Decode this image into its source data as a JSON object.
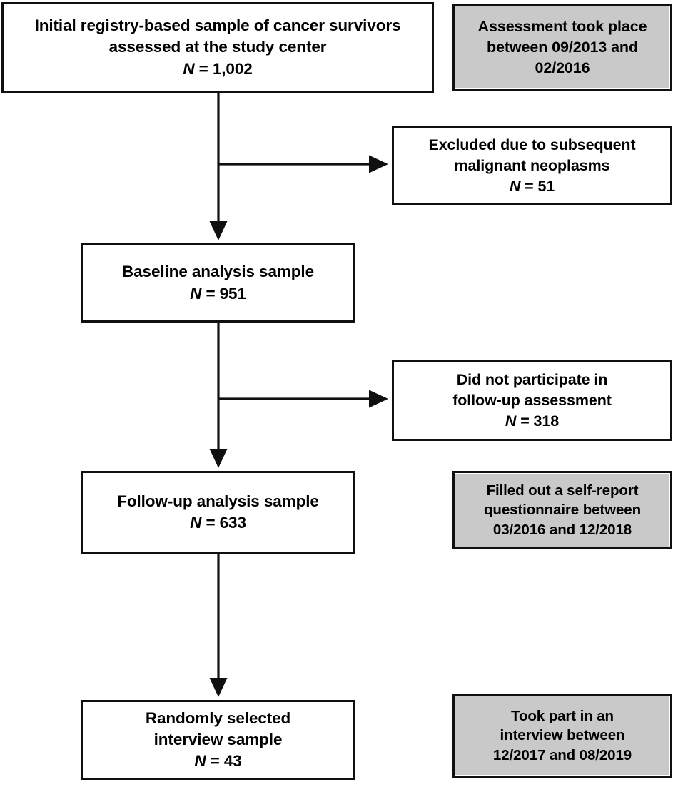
{
  "diagram": {
    "title": "Participant flow diagram of a registry-based cancer survivor study",
    "type": "flowchart",
    "background_color": "#ffffff",
    "box_border_color": "#101010",
    "box_fill_white": "#ffffff",
    "box_fill_gray": "#c9c9c9",
    "nodes": [
      {
        "id": "initial-sample",
        "kind": "main",
        "fill": "white",
        "lines": [
          "Initial registry-based sample of cancer survivors",
          "assessed at the study center"
        ],
        "count_label": "N",
        "count_value": "1,002",
        "count_text": "N = 1,002"
      },
      {
        "id": "assessment-period-note",
        "kind": "note",
        "fill": "gray",
        "lines": [
          "Assessment took place",
          "between  09/2013 and",
          "02/2016"
        ],
        "count_label": "",
        "count_value": "",
        "count_text": ""
      },
      {
        "id": "excluded-neoplasms",
        "kind": "exclusion",
        "fill": "white",
        "lines": [
          "Excluded due to subsequent",
          "malignant neoplasms"
        ],
        "count_label": "N",
        "count_value": "51",
        "count_text": "N = 51"
      },
      {
        "id": "baseline-sample",
        "kind": "main",
        "fill": "white",
        "lines": [
          "Baseline analysis sample"
        ],
        "count_label": "N",
        "count_value": "951",
        "count_text": "N = 951"
      },
      {
        "id": "excluded-no-followup",
        "kind": "exclusion",
        "fill": "white",
        "lines": [
          "Did not participate in",
          "follow-up  assessment"
        ],
        "count_label": "N",
        "count_value": "318",
        "count_text": "N = 318"
      },
      {
        "id": "followup-sample",
        "kind": "main",
        "fill": "white",
        "lines": [
          "Follow-up  analysis sample"
        ],
        "count_label": "N",
        "count_value": "633",
        "count_text": "N = 633"
      },
      {
        "id": "questionnaire-period-note",
        "kind": "note",
        "fill": "gray",
        "lines": [
          "Filled out a self-report",
          "questionnaire between",
          "03/2016 and 12/2018"
        ],
        "count_label": "",
        "count_value": "",
        "count_text": ""
      },
      {
        "id": "interview-sample",
        "kind": "main",
        "fill": "white",
        "lines": [
          "Randomly selected",
          "interview sample"
        ],
        "count_label": "N",
        "count_value": "43",
        "count_text": "N = 43"
      },
      {
        "id": "interview-period-note",
        "kind": "note",
        "fill": "gray",
        "lines": [
          "Took part in an",
          "interview between",
          "12/2017 and 08/2019"
        ],
        "count_label": "",
        "count_value": "",
        "count_text": ""
      }
    ]
  },
  "boxes": {
    "initial_sample": {
      "line1": "Initial registry-based sample of cancer survivors",
      "line2": "assessed at the study center",
      "n_label": "N",
      "n_value": "= 1,002"
    },
    "assessment_note": {
      "line1": "Assessment took place",
      "line2": "between  09/2013 and",
      "line3": "02/2016"
    },
    "excluded_neoplasms": {
      "line1": "Excluded due to subsequent",
      "line2": "malignant neoplasms",
      "n_label": "N",
      "n_value": "= 51"
    },
    "baseline_sample": {
      "line1": "Baseline analysis sample",
      "n_label": "N",
      "n_value": "= 951"
    },
    "excluded_no_followup": {
      "line1": "Did not participate in",
      "line2": "follow-up  assessment",
      "n_label": "N",
      "n_value": "= 318"
    },
    "followup_sample": {
      "line1": "Follow-up  analysis sample",
      "n_label": "N",
      "n_value": "= 633"
    },
    "questionnaire_note": {
      "line1": "Filled out a self-report",
      "line2": "questionnaire between",
      "line3": "03/2016 and 12/2018"
    },
    "interview_sample": {
      "line1": "Randomly selected",
      "line2": "interview sample",
      "n_label": "N",
      "n_value": "= 43"
    },
    "interview_note": {
      "line1": "Took part in an",
      "line2": "interview between",
      "line3": "12/2017 and 08/2019"
    }
  }
}
